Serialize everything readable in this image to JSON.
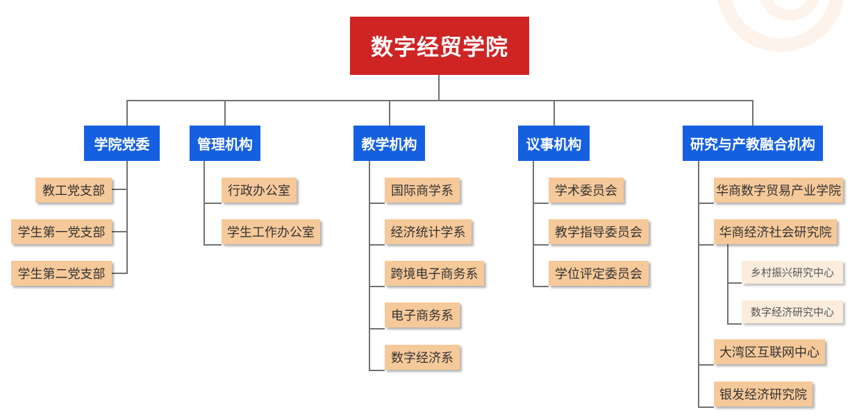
{
  "org": {
    "root": "数字经贸学院",
    "groups": [
      {
        "name": "学院党委",
        "items": [
          "教工党支部",
          "学生第一党支部",
          "学生第二党支部"
        ]
      },
      {
        "name": "管理机构",
        "items": [
          "行政办公室",
          "学生工作办公室"
        ]
      },
      {
        "name": "教学机构",
        "items": [
          "国际商学系",
          "经济统计学系",
          "跨境电子商务系",
          "电子商务系",
          "数字经济系"
        ]
      },
      {
        "name": "议事机构",
        "items": [
          "学术委员会",
          "教学指导委员会",
          "学位评定委员会"
        ]
      },
      {
        "name": "研究与产教融合机构",
        "items": [
          "华商数字贸易产业学院",
          "华商经济社会研究院",
          "大湾区互联网中心",
          "银发经济研究院"
        ]
      }
    ],
    "subitems": [
      "乡村振兴研究中心",
      "数字经济研究中心"
    ]
  },
  "colors": {
    "root_fill": "#cf2424",
    "category_fill": "#1560e0",
    "unit_fill": "#f6c99a",
    "subunit_fill": "#fcecdc",
    "connector": "#707070"
  }
}
